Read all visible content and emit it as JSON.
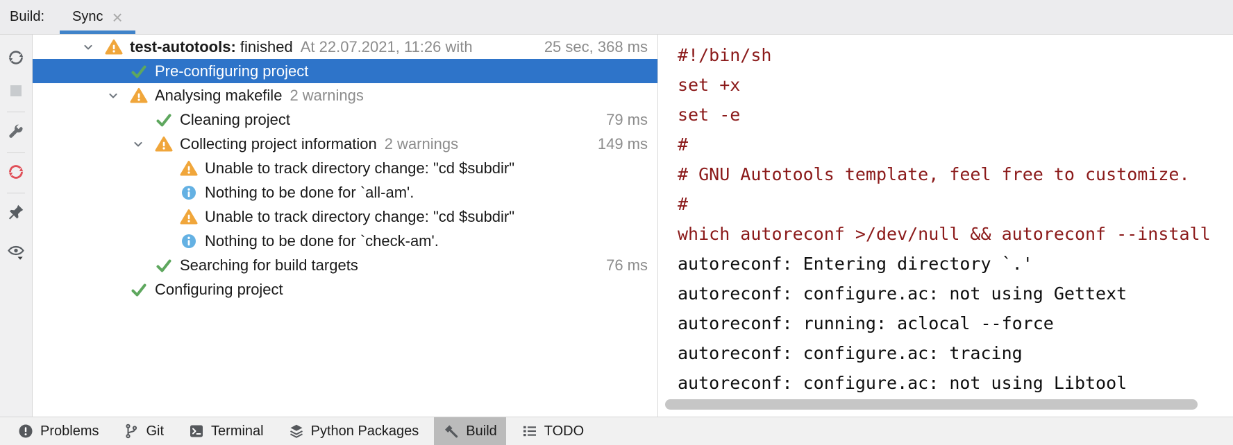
{
  "header": {
    "label": "Build:",
    "tab_label": "Sync",
    "close_glyph": "×"
  },
  "side_toolbar": {
    "buttons": [
      {
        "icon": "rerun-sync-icon",
        "group_end": false
      },
      {
        "icon": "stop-icon",
        "group_end": true
      },
      {
        "icon": "settings-wrench-icon",
        "group_end": true
      },
      {
        "icon": "reload-changes-icon",
        "group_end": true
      },
      {
        "icon": "pin-icon",
        "group_end": false
      },
      {
        "icon": "preview-eye-icon",
        "group_end": false
      }
    ]
  },
  "tree": {
    "rows": [
      {
        "level": 0,
        "expandable": true,
        "icon": "warning",
        "bold": "test-autotools:",
        "text": "finished",
        "meta": "At 22.07.2021, 11:26 with",
        "duration": "25 sec, 368 ms",
        "selected": false
      },
      {
        "level": 1,
        "expandable": false,
        "icon": "success",
        "text": "Pre-configuring project",
        "selected": true
      },
      {
        "level": 1,
        "expandable": true,
        "icon": "warning",
        "text": "Analysing makefile",
        "meta": "2 warnings",
        "selected": false
      },
      {
        "level": 2,
        "expandable": false,
        "icon": "success",
        "text": "Cleaning project",
        "duration": "79 ms",
        "selected": false
      },
      {
        "level": 2,
        "expandable": true,
        "icon": "warning",
        "text": "Collecting project information",
        "meta": "2 warnings",
        "duration": "149 ms",
        "selected": false
      },
      {
        "level": 3,
        "expandable": false,
        "icon": "warning",
        "text": "Unable to track directory change: \"cd $subdir\"",
        "selected": false
      },
      {
        "level": 3,
        "expandable": false,
        "icon": "info",
        "text": "Nothing to be done for `all-am'.",
        "selected": false
      },
      {
        "level": 3,
        "expandable": false,
        "icon": "warning",
        "text": "Unable to track directory change: \"cd $subdir\"",
        "selected": false
      },
      {
        "level": 3,
        "expandable": false,
        "icon": "info",
        "text": "Nothing to be done for `check-am'.",
        "selected": false
      },
      {
        "level": 2,
        "expandable": false,
        "icon": "success",
        "text": "Searching for build targets",
        "duration": "76 ms",
        "selected": false
      },
      {
        "level": 1,
        "expandable": false,
        "icon": "success",
        "text": "Configuring project",
        "selected": false
      }
    ]
  },
  "console": {
    "lines": [
      {
        "text": "#!/bin/sh",
        "tone": "red"
      },
      {
        "text": "set +x",
        "tone": "red"
      },
      {
        "text": "set -e",
        "tone": "red"
      },
      {
        "text": "#",
        "tone": "red"
      },
      {
        "text": "# GNU Autotools template, feel free to customize.",
        "tone": "red"
      },
      {
        "text": "#",
        "tone": "red"
      },
      {
        "text": "which autoreconf >/dev/null && autoreconf --install",
        "tone": "red"
      },
      {
        "text": "autoreconf: Entering directory `.'",
        "tone": "dark"
      },
      {
        "text": "autoreconf: configure.ac: not using Gettext",
        "tone": "dark"
      },
      {
        "text": "autoreconf: running: aclocal --force",
        "tone": "dark"
      },
      {
        "text": "autoreconf: configure.ac: tracing",
        "tone": "dark"
      },
      {
        "text": "autoreconf: configure.ac: not using Libtool",
        "tone": "dark"
      }
    ]
  },
  "statusbar": {
    "items": [
      {
        "label": "Problems",
        "icon": "problems-icon",
        "active": false
      },
      {
        "label": "Git",
        "icon": "git-branch-icon",
        "active": false
      },
      {
        "label": "Terminal",
        "icon": "terminal-icon",
        "active": false
      },
      {
        "label": "Python Packages",
        "icon": "python-packages-icon",
        "active": false
      },
      {
        "label": "Build",
        "icon": "build-hammer-icon",
        "active": true
      },
      {
        "label": "TODO",
        "icon": "todo-list-icon",
        "active": false
      }
    ]
  },
  "colors": {
    "selection": "#2E74C9",
    "tab_indicator": "#4083C9",
    "warning": "#F0A63B",
    "success": "#5EA75E",
    "info": "#64B1E3",
    "console_command": "#8B1A1A",
    "console_output": "#0E0E0E",
    "meta_text": "#8C8C8C",
    "active_tool_button_bg": "#BBBBBB"
  }
}
